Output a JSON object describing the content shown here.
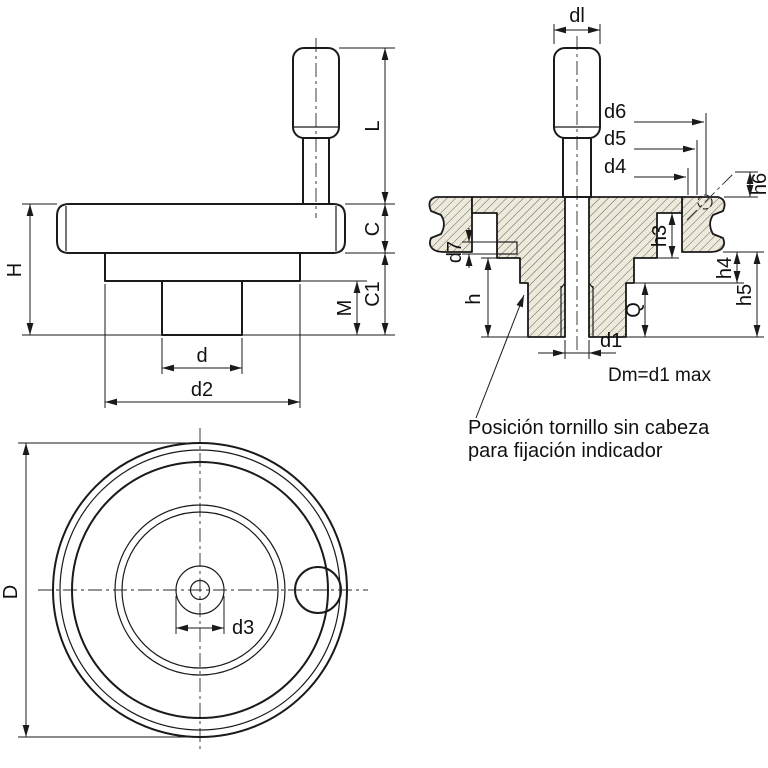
{
  "colors": {
    "background": "#ffffff",
    "line": "#1a1a1a",
    "section_fill": "#eeeadb"
  },
  "side_view": {
    "dims": {
      "H": "H",
      "L": "L",
      "C": "C",
      "C1": "C1",
      "M": "M",
      "d": "d",
      "d2": "d2"
    }
  },
  "section_view": {
    "dims": {
      "dl": "dl",
      "d6": "d6",
      "d5": "d5",
      "d4": "d4",
      "h6": "h6",
      "h3": "h3",
      "h4": "h4",
      "h5": "h5",
      "d7": "d7",
      "h": "h",
      "Q": "Q",
      "d1": "d1",
      "Dm": "Dm=d1 max"
    },
    "note_line1": "Posición tornillo sin cabeza",
    "note_line2": "para fijación indicador"
  },
  "front_view": {
    "dims": {
      "D": "D",
      "d3": "d3"
    }
  }
}
